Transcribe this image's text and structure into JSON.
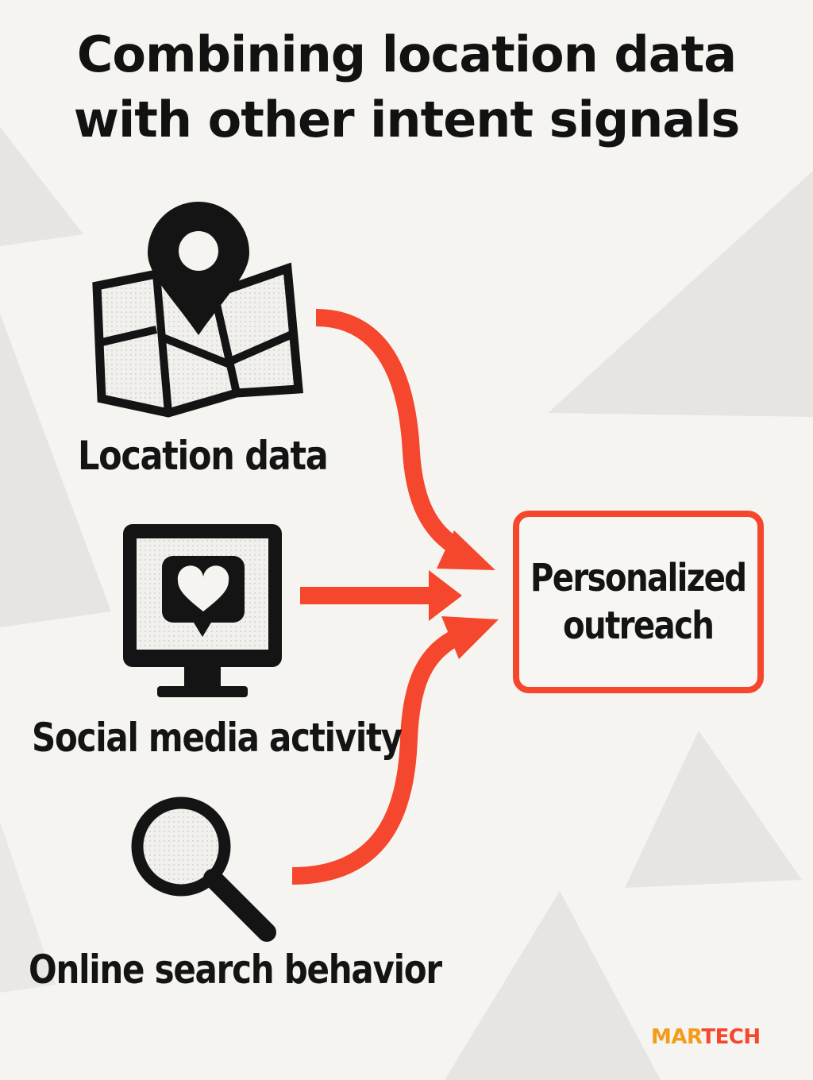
{
  "title": {
    "line1": "Combining location data",
    "line2": "with other intent signals"
  },
  "sources": [
    {
      "label": "Location data",
      "icon": "map-pin-icon"
    },
    {
      "label": "Social media activity",
      "icon": "monitor-heart-icon"
    },
    {
      "label": "Online search behavior",
      "icon": "magnifying-glass-icon"
    }
  ],
  "outcome": {
    "line1": "Personalized",
    "line2": "outreach"
  },
  "brand": {
    "part1": "MAR",
    "part2": "TECH"
  },
  "colors": {
    "accent": "#f4472e",
    "brand_orange": "#f59b1a",
    "ink": "#141414",
    "background": "#f5f4f0",
    "shape": "#e4e3e0"
  }
}
